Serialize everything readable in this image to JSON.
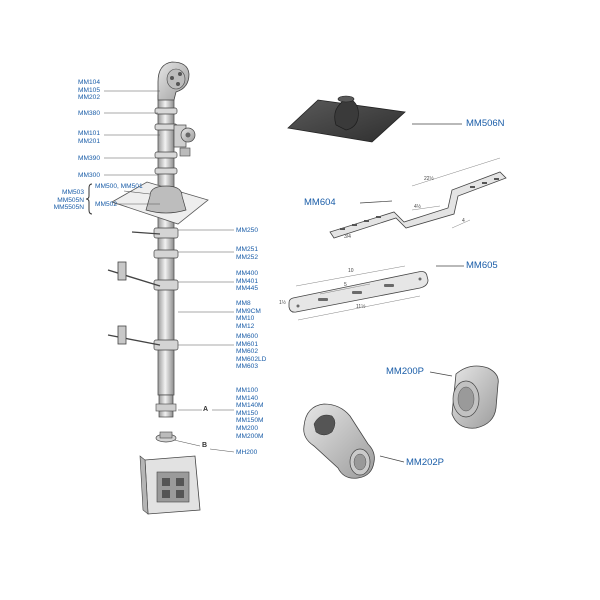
{
  "left_labels": {
    "top_group": [
      "MM104",
      "MM105",
      "MM202"
    ],
    "mm380": "MM380",
    "mid_group": [
      "MM101",
      "MM201"
    ],
    "mm390": "MM390",
    "mm300": "MM300",
    "bracket_group": [
      "MM503",
      "MM505N",
      "MM5505N"
    ],
    "mm500_501": "MM500, MM501",
    "mm502": "MM502"
  },
  "right_labels": {
    "mm250": "MM250",
    "g251": [
      "MM251",
      "MM252"
    ],
    "g400": [
      "MM400",
      "MM401",
      "MM445"
    ],
    "g8": [
      "MM8",
      "MM9CM",
      "MM10",
      "MM12"
    ],
    "g600": [
      "MM600",
      "MM601",
      "MM602",
      "MM602LD",
      "MM603"
    ],
    "g100": [
      "MM100",
      "MM140",
      "MM140M",
      "MM150",
      "MM150M",
      "MM200",
      "MM200M"
    ],
    "mh200": "MH200",
    "marker_a": "A",
    "marker_b": "B"
  },
  "parts": {
    "mm506n": "MM506N",
    "mm604": "MM604",
    "mm605": "MM605",
    "mm200p": "MM200P",
    "mm202p": "MM202P"
  },
  "dimensions": {
    "mm604_a": "22½",
    "mm604_b": "4½",
    "mm604_c": "4",
    "mm604_d": "3/4",
    "mm605_a": "10",
    "mm605_b": "5",
    "mm605_c": "11½",
    "mm605_d": "1½"
  },
  "colors": {
    "label_blue": "#1a5da8",
    "metal_light": "#d4d4d4",
    "metal_dark": "#8a8a8a",
    "rubber": "#4a4a4a"
  }
}
